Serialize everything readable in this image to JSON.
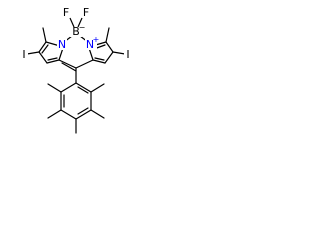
{
  "molecule": {
    "atoms": {
      "fluorine_left": "F",
      "fluorine_right": "F",
      "boron": "B",
      "boron_charge": "−",
      "nitrogen_left": "N",
      "nitrogen_right": "N",
      "nitrogen_charge": "+",
      "iodine_left": "I",
      "iodine_right": "I"
    },
    "colors": {
      "bond": "#000000",
      "nitrogen": "#0000ff",
      "carbon_label": "#000000"
    }
  }
}
